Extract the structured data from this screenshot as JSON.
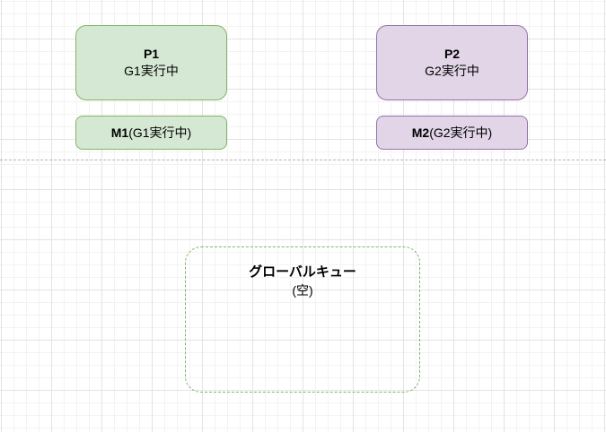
{
  "canvas": {
    "background": "#ffffff",
    "grid_minor_color": "#f3f3f3",
    "grid_major_color": "#e3e3e3"
  },
  "divider": {
    "color": "#b3b3b3"
  },
  "nodes": {
    "p1": {
      "title": "P1",
      "subtitle": "G1実行中",
      "fill": "#d5e8d4",
      "border": "#82b366"
    },
    "p2": {
      "title": "P2",
      "subtitle": "G2実行中",
      "fill": "#e1d5e7",
      "border": "#9673a6"
    },
    "m1": {
      "label_bold": "M1",
      "label_rest": "(G1実行中)",
      "fill": "#d5e8d4",
      "border": "#82b366"
    },
    "m2": {
      "label_bold": "M2",
      "label_rest": "(G2実行中)",
      "fill": "#e1d5e7",
      "border": "#9673a6"
    },
    "global_queue": {
      "title": "グローバルキュー",
      "subtitle": "(空)",
      "border": "#82b366"
    }
  }
}
